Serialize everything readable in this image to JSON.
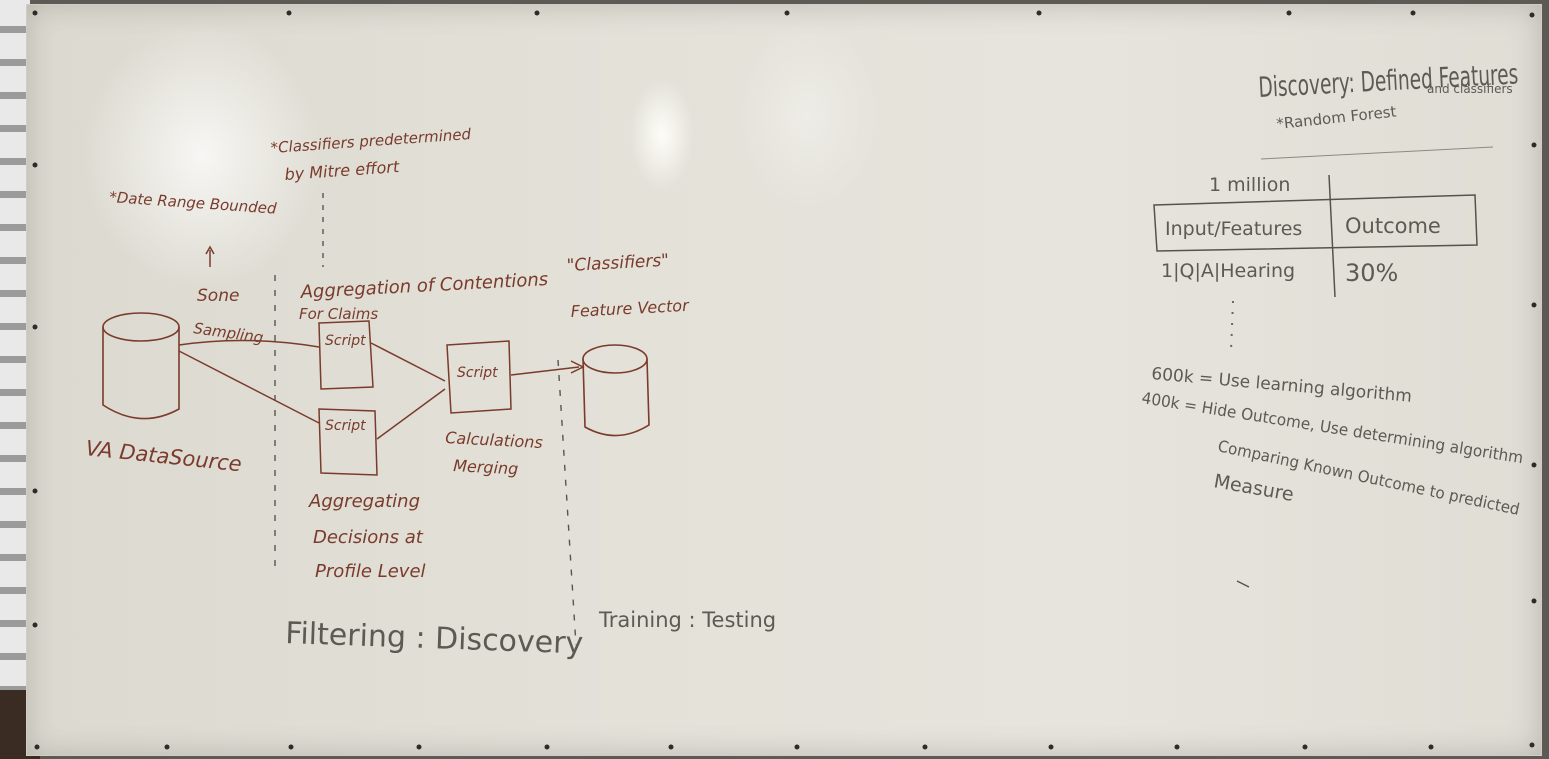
{
  "whiteboard": {
    "left": {
      "date_range_note": "*Date Range Bounded",
      "classifiers_note": [
        "*Classifiers predetermined",
        "by Mitre effort"
      ],
      "sone_sampling": [
        "Sone",
        "Sampling"
      ],
      "aggregation_label": [
        "Aggregation of Contentions",
        "For Claims"
      ],
      "classifiers_quote": "\"Classifiers\"",
      "feature_vector": "Feature Vector",
      "script_top": "Script",
      "script_bottom": "Script",
      "script_middle": "Script",
      "va_datasource": "VA DataSource",
      "calculations_merging": [
        "Calculations",
        "Merging"
      ],
      "aggregating_decisions": [
        "Aggregating",
        "Decisions at",
        "Profile Level"
      ],
      "filtering_discovery": "Filtering : Discovery",
      "training_testing": "Training : Testing"
    },
    "right": {
      "discovery_heading": "Discovery: Defined Features",
      "discovery_heading_cont": "and classifiers",
      "random_forest": "*Random Forest",
      "one_million": "1 million",
      "table_header_input": "Input/Features",
      "table_header_outcome": "Outcome",
      "table_row_input": "1|Q|A|Hearing",
      "table_row_outcome": "30%",
      "line_600k": "600k = Use learning algorithm",
      "line_400k": "400k = Hide Outcome, Use determining algorithm",
      "line_comparing": "Comparing Known Outcome to predicted",
      "line_measure": "Measure"
    }
  }
}
